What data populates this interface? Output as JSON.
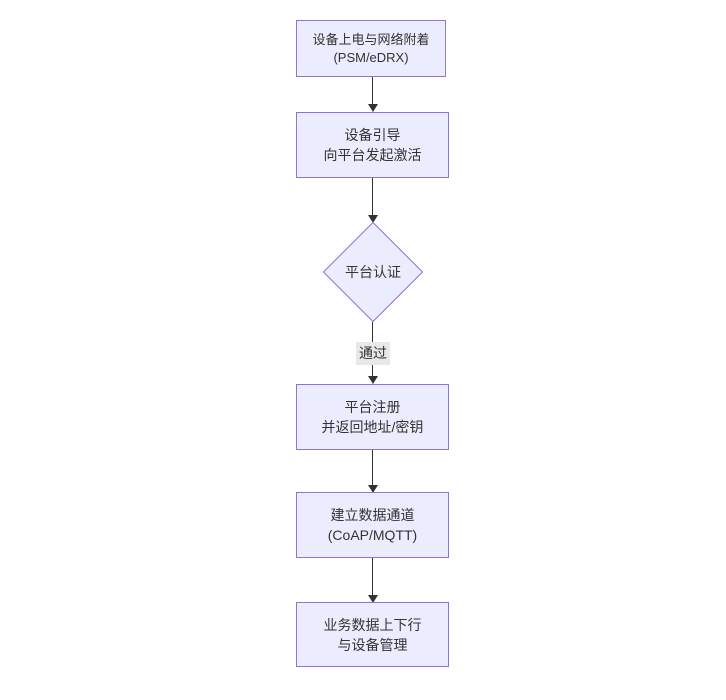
{
  "diagram": {
    "type": "flowchart",
    "direction": "top-down",
    "colors": {
      "node_fill": "#ECECFF",
      "node_border": "#9370DB",
      "node_text": "#333333",
      "edge_line": "#333333",
      "edge_label_bg": "#e8e8e8",
      "background": "#ffffff"
    },
    "nodes": [
      {
        "id": "A",
        "shape": "rect",
        "lines": [
          "设备上电与网络附着",
          "(PSM/eDRX)"
        ]
      },
      {
        "id": "B",
        "shape": "rect",
        "lines": [
          "设备引导",
          "向平台发起激活"
        ]
      },
      {
        "id": "C",
        "shape": "diamond",
        "lines": [
          "平台认证"
        ]
      },
      {
        "id": "D",
        "shape": "rect",
        "lines": [
          "平台注册",
          "并返回地址/密钥"
        ]
      },
      {
        "id": "E",
        "shape": "rect",
        "lines": [
          "建立数据通道",
          "(CoAP/MQTT)"
        ]
      },
      {
        "id": "F",
        "shape": "rect",
        "lines": [
          "业务数据上下行",
          "与设备管理"
        ]
      }
    ],
    "edges": [
      {
        "from": "A",
        "to": "B",
        "label": ""
      },
      {
        "from": "B",
        "to": "C",
        "label": ""
      },
      {
        "from": "C",
        "to": "D",
        "label": "通过"
      },
      {
        "from": "D",
        "to": "E",
        "label": ""
      },
      {
        "from": "E",
        "to": "F",
        "label": ""
      }
    ]
  }
}
